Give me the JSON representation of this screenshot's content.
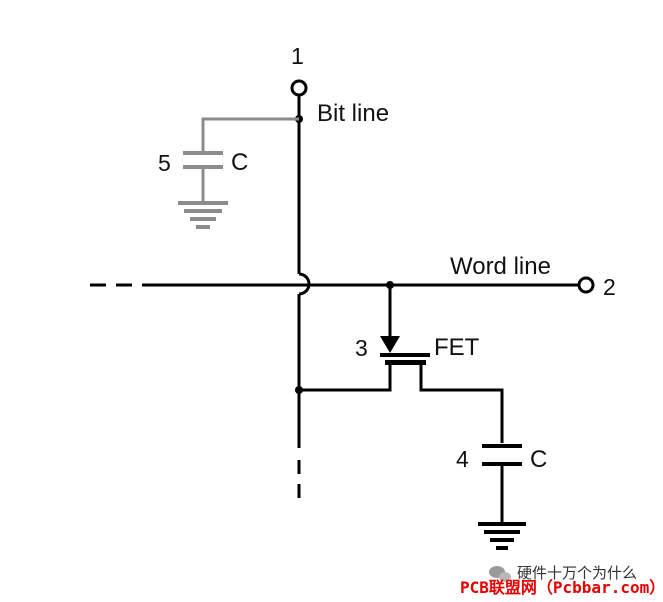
{
  "labels": {
    "terminal_1": "1",
    "bit_line": "Bit line",
    "capacitor_5_number": "5",
    "capacitor_5_letter": "C",
    "word_line": "Word line",
    "terminal_2": "2",
    "fet_number": "3",
    "fet": "FET",
    "capacitor_4_number": "4",
    "capacitor_4_letter": "C"
  },
  "watermark": {
    "wechat_text": "硬件十万个为什么",
    "site_text": "PCB联盟网（Pcbbar.com）"
  },
  "colors": {
    "wire": "#000000",
    "gray_wire": "#8c8c8c",
    "watermark_red": "#e60000"
  }
}
